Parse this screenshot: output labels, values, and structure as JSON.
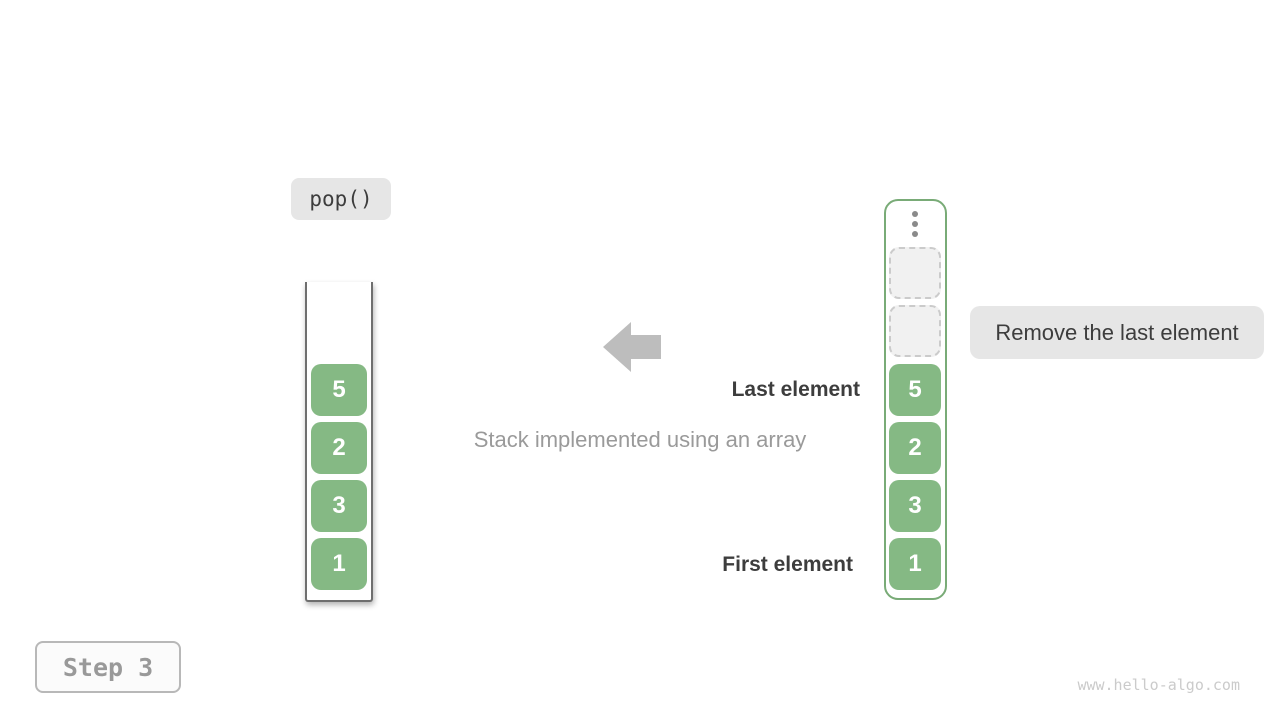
{
  "figure": {
    "operation_badge": "pop()",
    "caption": "Stack implemented using an array",
    "label_last": "Last element",
    "label_first": "First element",
    "action_badge": "Remove the last element",
    "step_badge": "Step 3",
    "watermark": "www.hello-algo.com"
  },
  "stack": {
    "items_top_to_bottom": [
      "5",
      "2",
      "3",
      "1"
    ]
  },
  "array_view": {
    "ellipsis_icon": "vertical-ellipsis",
    "empty_slot_count": 2,
    "items_top_to_bottom": [
      "5",
      "2",
      "3",
      "1"
    ]
  },
  "colors": {
    "cell_green": "#85b984",
    "array_border": "#79ab77",
    "badge_bg": "#e6e6e6",
    "dark_text": "#3d3d3d",
    "gray_text": "#9a9a9a",
    "arrow": "#bdbdbd",
    "slot_bg": "#f1f1f1",
    "slot_border": "#cbcbcb",
    "step_text": "#999999",
    "watermark": "#cbcbcb"
  }
}
